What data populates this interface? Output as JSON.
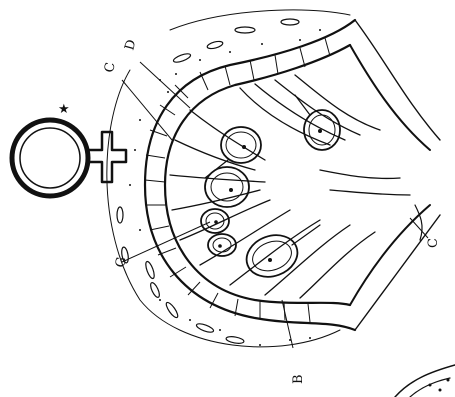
{
  "figure": {
    "symbol_star": "★",
    "labels": {
      "D": "D",
      "C_top": "C",
      "G": "G",
      "B": "B",
      "C_right": "C"
    }
  },
  "colors": {
    "ink": "#111111",
    "paper": "#ffffff"
  }
}
